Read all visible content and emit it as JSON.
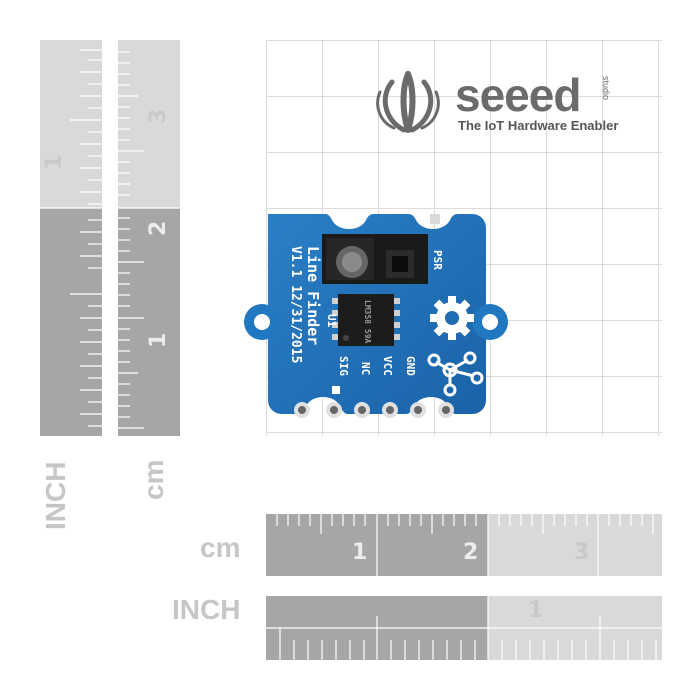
{
  "brand": {
    "name": "seeed",
    "sub": "studio",
    "tagline": "The IoT Hardware Enabler"
  },
  "board": {
    "title": "Line Finder",
    "version": "V1.1 12/31/2015",
    "ref": "U1",
    "sensor": "PSR",
    "pins": [
      "SIG",
      "NC",
      "VCC",
      "GND"
    ],
    "chip_text": "LM358 59A"
  },
  "rulers": {
    "left_inch_label": "INCH",
    "left_cm_label": "cm",
    "bottom_cm_label": "cm",
    "bottom_inch_label": "INCH",
    "left_inch_numbers": [
      "1"
    ],
    "left_cm_numbers": [
      "3",
      "2",
      "1"
    ],
    "bottom_cm_numbers": [
      "1",
      "2",
      "3"
    ],
    "bottom_inch_numbers": [
      "1"
    ]
  },
  "colors": {
    "pcb": "#1e6fb6",
    "ruler_dark": "#a6a6a6",
    "ruler_light": "#d9d9d9",
    "logo": "#6b6b6b"
  }
}
